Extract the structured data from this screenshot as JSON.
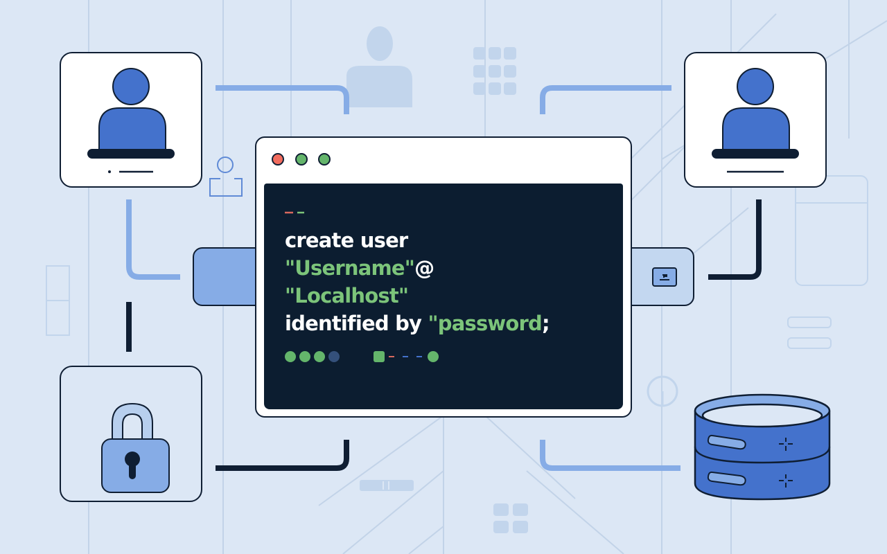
{
  "colors": {
    "background": "#dce7f5",
    "grid_line": "#c2d3e8",
    "faded_icon": "#c2d5ec",
    "outline_dark": "#0f1e33",
    "primary_blue": "#4472cc",
    "light_blue": "#86ace6",
    "terminal_bg": "#0c1d30",
    "code_white": "#ffffff",
    "code_green": "#7cc47a",
    "dot_red": "#f26c5e",
    "dot_green": "#64b56b",
    "dot_navy": "#34507a"
  },
  "terminal": {
    "window_buttons": [
      "close",
      "minimize",
      "maximize"
    ],
    "code_lines": [
      {
        "parts": [
          {
            "text": "create user",
            "style": "keyword"
          }
        ]
      },
      {
        "parts": [
          {
            "text": "\"Username\"",
            "style": "string"
          },
          {
            "text": "@",
            "style": "keyword"
          }
        ]
      },
      {
        "parts": [
          {
            "text": "\"Localhost\"",
            "style": "string"
          }
        ]
      },
      {
        "parts": [
          {
            "text": "identified by ",
            "style": "keyword"
          },
          {
            "text": "\"password",
            "style": "string"
          },
          {
            "text": ";",
            "style": "keyword"
          }
        ]
      }
    ],
    "line1": "create user",
    "line2_string": "\"Username\"",
    "line2_at": "@",
    "line3_string": "\"Localhost\"",
    "line4_kw": "identified by ",
    "line4_string": "\"password",
    "line4_end": ";"
  },
  "nodes": [
    {
      "id": "user-card-left",
      "icon": "user-icon"
    },
    {
      "id": "user-card-right",
      "icon": "user-icon"
    },
    {
      "id": "lock-card",
      "icon": "lock-icon"
    },
    {
      "id": "database",
      "icon": "database-icon"
    }
  ]
}
